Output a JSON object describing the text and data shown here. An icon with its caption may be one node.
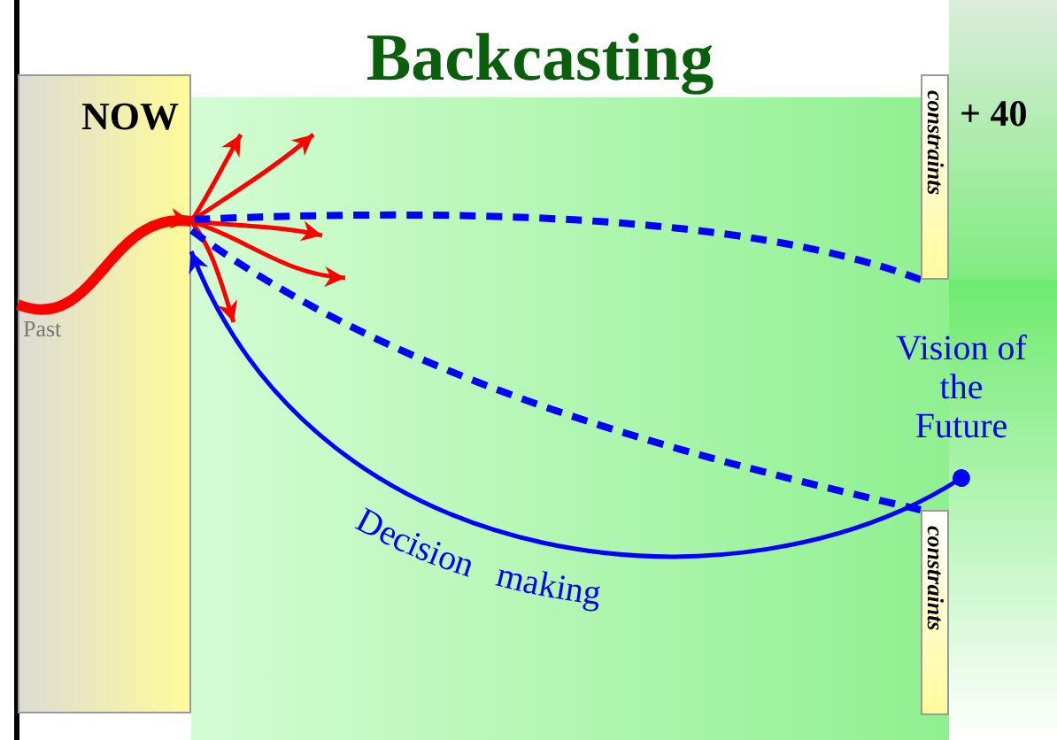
{
  "diagram": {
    "title": "Backcasting",
    "nodes": [
      {
        "text": [
          "NOW"
        ]
      },
      {
        "text": [
          "constraints"
        ]
      },
      {
        "text": [
          "Vision of the Future"
        ]
      },
      {
        "text": [
          "constraints"
        ]
      }
    ],
    "edges": [
      {
        "from": null,
        "to": 0,
        "arrow": "to",
        "style": "thick"
      },
      {
        "from": 0,
        "to": null,
        "arrow": "to"
      },
      {
        "from": 0,
        "to": null,
        "arrow": "to"
      },
      {
        "from": 0,
        "to": null,
        "arrow": "to"
      },
      {
        "from": 0,
        "to": null,
        "arrow": "to"
      },
      {
        "from": 0,
        "to": null,
        "arrow": "to"
      },
      {
        "from": 1,
        "to": 0,
        "arrow": "none",
        "style": "dashed",
        "color": "#0000ff"
      },
      {
        "from": 3,
        "to": 0,
        "arrow": "none",
        "style": "dashed",
        "color": "#0000ff"
      },
      {
        "from": 2,
        "to": 0,
        "arrow": "to",
        "color": "#0000ff",
        "label": "Decision making"
      }
    ],
    "labels": [
      "Past",
      "+ 40"
    ]
  }
}
